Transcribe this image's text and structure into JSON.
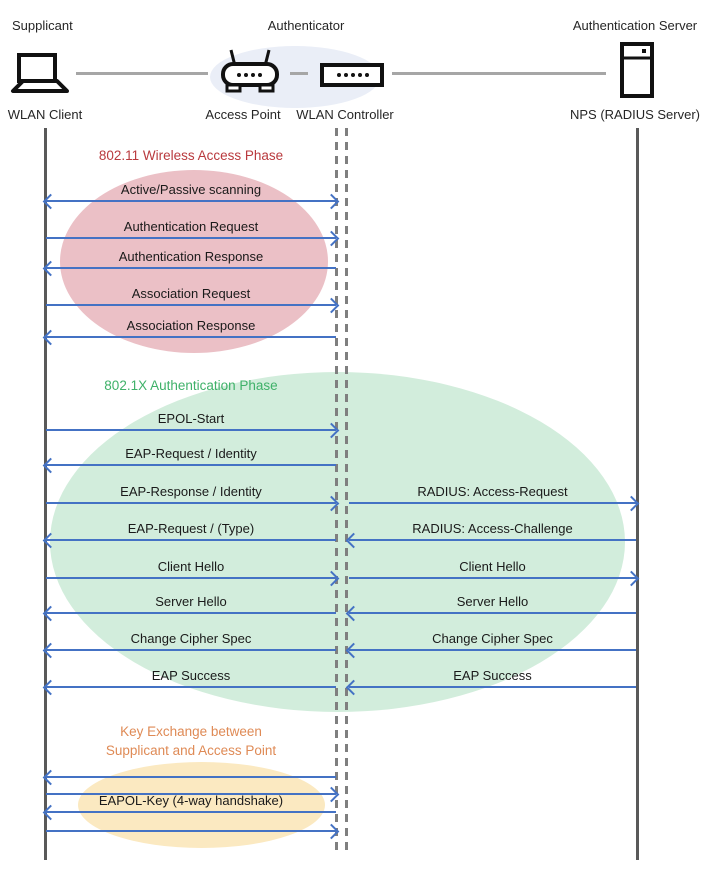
{
  "header": {
    "roles": [
      {
        "label": "Supplicant"
      },
      {
        "label": "Authenticator"
      },
      {
        "label": "Authentication Server"
      }
    ],
    "nodes": [
      {
        "label": "WLAN Client",
        "icon": "laptop-icon"
      },
      {
        "label": "Access Point",
        "icon": "access-point-icon"
      },
      {
        "label": "WLAN Controller",
        "icon": "wlan-controller-icon"
      },
      {
        "label": "NPS (RADIUS Server)",
        "icon": "server-icon"
      }
    ]
  },
  "phases": [
    {
      "title": "802.11 Wireless Access Phase",
      "title_color": "#B93A3E",
      "ellipse_color": "#EBC0C6",
      "messages": [
        {
          "left": {
            "label": "Active/Passive scanning",
            "dir": "both"
          }
        },
        {
          "left": {
            "label": "Authentication Request",
            "dir": "right"
          }
        },
        {
          "left": {
            "label": "Authentication Response",
            "dir": "left"
          }
        },
        {
          "left": {
            "label": "Association Request",
            "dir": "right"
          }
        },
        {
          "left": {
            "label": "Association Response",
            "dir": "left"
          }
        }
      ]
    },
    {
      "title": "802.1X Authentication Phase",
      "title_color": "#3FB169",
      "ellipse_color": "#D2EDDC",
      "messages": [
        {
          "left": {
            "label": "EPOL-Start",
            "dir": "right"
          }
        },
        {
          "left": {
            "label": "EAP-Request / Identity",
            "dir": "left"
          }
        },
        {
          "left": {
            "label": "EAP-Response / Identity",
            "dir": "right"
          },
          "right": {
            "label": "RADIUS: Access-Request",
            "dir": "right"
          }
        },
        {
          "left": {
            "label": "EAP-Request / (Type)",
            "dir": "left"
          },
          "right": {
            "label": "RADIUS: Access-Challenge",
            "dir": "left"
          }
        },
        {
          "left": {
            "label": "Client Hello",
            "dir": "right"
          },
          "right": {
            "label": "Client Hello",
            "dir": "right"
          }
        },
        {
          "left": {
            "label": "Server Hello",
            "dir": "left"
          },
          "right": {
            "label": "Server Hello",
            "dir": "left"
          }
        },
        {
          "left": {
            "label": "Change Cipher Spec",
            "dir": "left"
          },
          "right": {
            "label": "Change Cipher Spec",
            "dir": "left"
          }
        },
        {
          "left": {
            "label": "EAP Success",
            "dir": "left"
          },
          "right": {
            "label": "EAP Success",
            "dir": "left"
          }
        }
      ]
    },
    {
      "title_lines": [
        "Key Exchange between",
        "Supplicant and Access Point"
      ],
      "title_color": "#DF8A55",
      "ellipse_color": "#FBE9C1",
      "messages": [
        {
          "left": {
            "label": "",
            "dir": "left"
          }
        },
        {
          "left": {
            "label": "",
            "dir": "right"
          }
        },
        {
          "left": {
            "label": "EAPOL-Key (4-way handshake)",
            "dir": "left"
          }
        },
        {
          "left": {
            "label": "",
            "dir": "right"
          }
        }
      ]
    }
  ],
  "colors": {
    "arrow": "#4472C4",
    "lifeline": "#595959",
    "dashed_lifeline": "#7F7F7F",
    "connector": "#A6A6A6",
    "node_ellipse": "#EAEEF7"
  }
}
